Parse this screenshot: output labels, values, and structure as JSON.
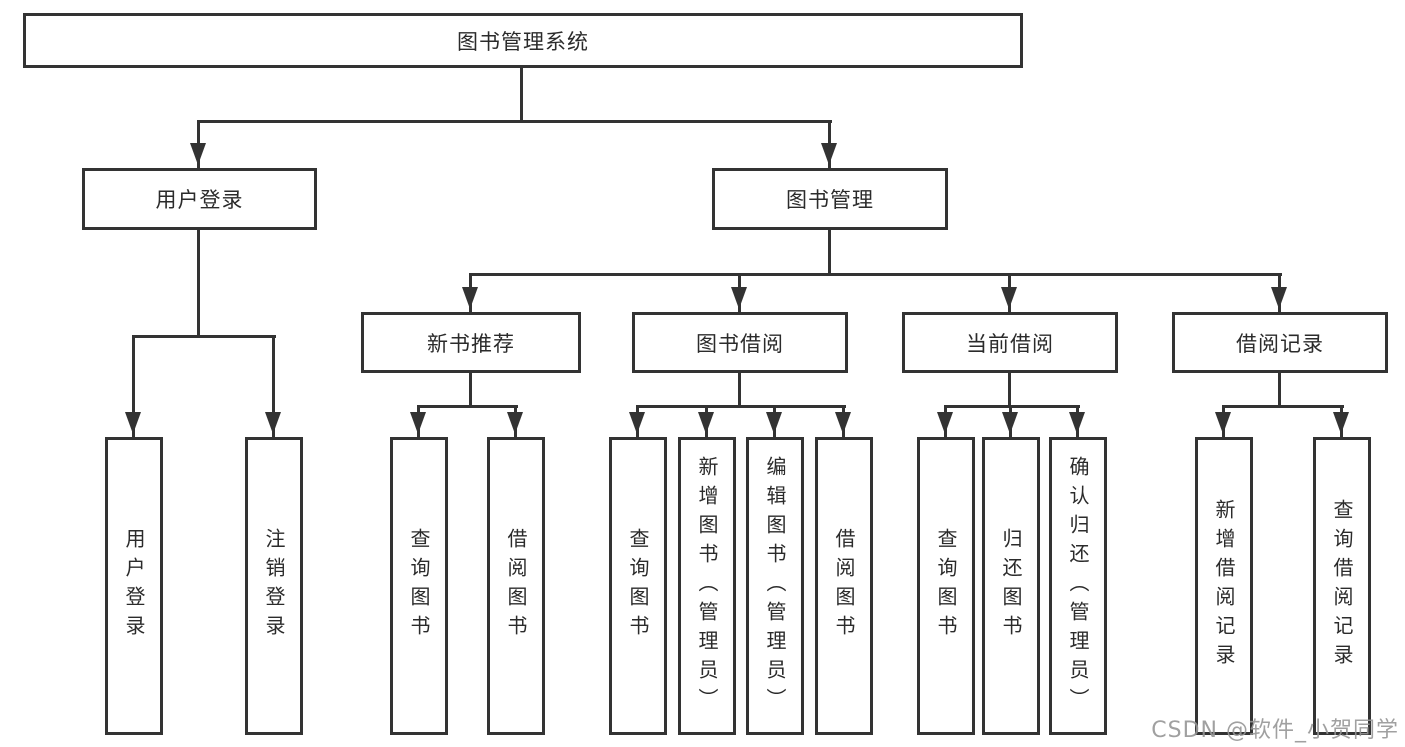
{
  "tree": {
    "label": "图书管理系统",
    "children": [
      {
        "label": "用户登录",
        "children": [
          {
            "label": "用户登录"
          },
          {
            "label": "注销登录"
          }
        ]
      },
      {
        "label": "图书管理",
        "children": [
          {
            "label": "新书推荐",
            "children": [
              {
                "label": "查询图书"
              },
              {
                "label": "借阅图书"
              }
            ]
          },
          {
            "label": "图书借阅",
            "children": [
              {
                "label": "查询图书"
              },
              {
                "label": "新增图书（管理员）"
              },
              {
                "label": "编辑图书（管理员）"
              },
              {
                "label": "借阅图书"
              }
            ]
          },
          {
            "label": "当前借阅",
            "children": [
              {
                "label": "查询图书"
              },
              {
                "label": "归还图书"
              },
              {
                "label": "确认归还（管理员）"
              }
            ]
          },
          {
            "label": "借阅记录",
            "children": [
              {
                "label": "新增借阅记录"
              },
              {
                "label": "查询借阅记录"
              }
            ]
          }
        ]
      }
    ]
  },
  "watermark": "CSDN @软件_小贺同学",
  "colors": {
    "line": "#333333",
    "text": "#2b2b2b",
    "box_background": "#ffffff",
    "page_background": "#ffffff",
    "watermark": "#969696"
  }
}
